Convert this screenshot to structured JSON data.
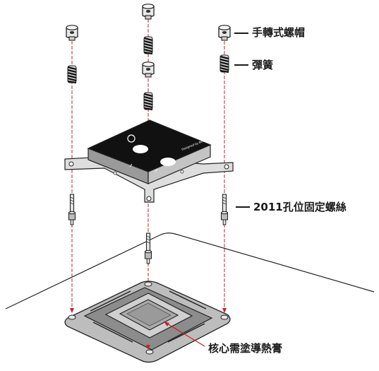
{
  "labels": {
    "thumb_screw": "手轉式螺帽",
    "spring": "彈簧",
    "standoff": "2011孔位固定螺絲",
    "thermal_paste": "核心需塗導熱膏"
  },
  "block_marking": "Designed by Bitspower"
}
